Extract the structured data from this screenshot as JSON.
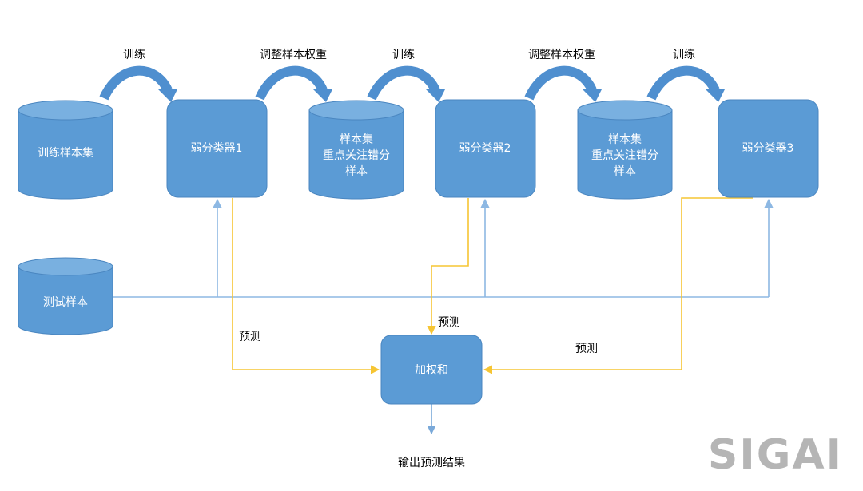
{
  "arrow_labels": {
    "train_1": "训练",
    "reweight_1": "调整样本权重",
    "train_2": "训练",
    "reweight_2": "调整样本权重",
    "train_3": "训练"
  },
  "nodes": {
    "train_set": "训练样本集",
    "classifier_1": "弱分类器1",
    "sample_set_1": [
      "样本集",
      "重点关注错分",
      "样本"
    ],
    "classifier_2": "弱分类器2",
    "sample_set_2": [
      "样本集",
      "重点关注错分",
      "样本"
    ],
    "classifier_3": "弱分类器3",
    "test_set": "测试样本",
    "weighted_sum": "加权和"
  },
  "prediction_labels": {
    "from_1": "预测",
    "from_2": "预测",
    "from_3": "预测"
  },
  "output_label": "输出预测结果",
  "watermark": "SIGAI",
  "colors": {
    "node_fill": "#5b9bd5",
    "node_top": "#79b0e0",
    "node_stroke": "#4a86c0",
    "curved_arrow": "#4f8fcf",
    "test_line": "#8db8e3",
    "prediction_line": "#f6c533",
    "output_arrow": "#7aa9d9",
    "watermark": "#b5b5b5"
  }
}
